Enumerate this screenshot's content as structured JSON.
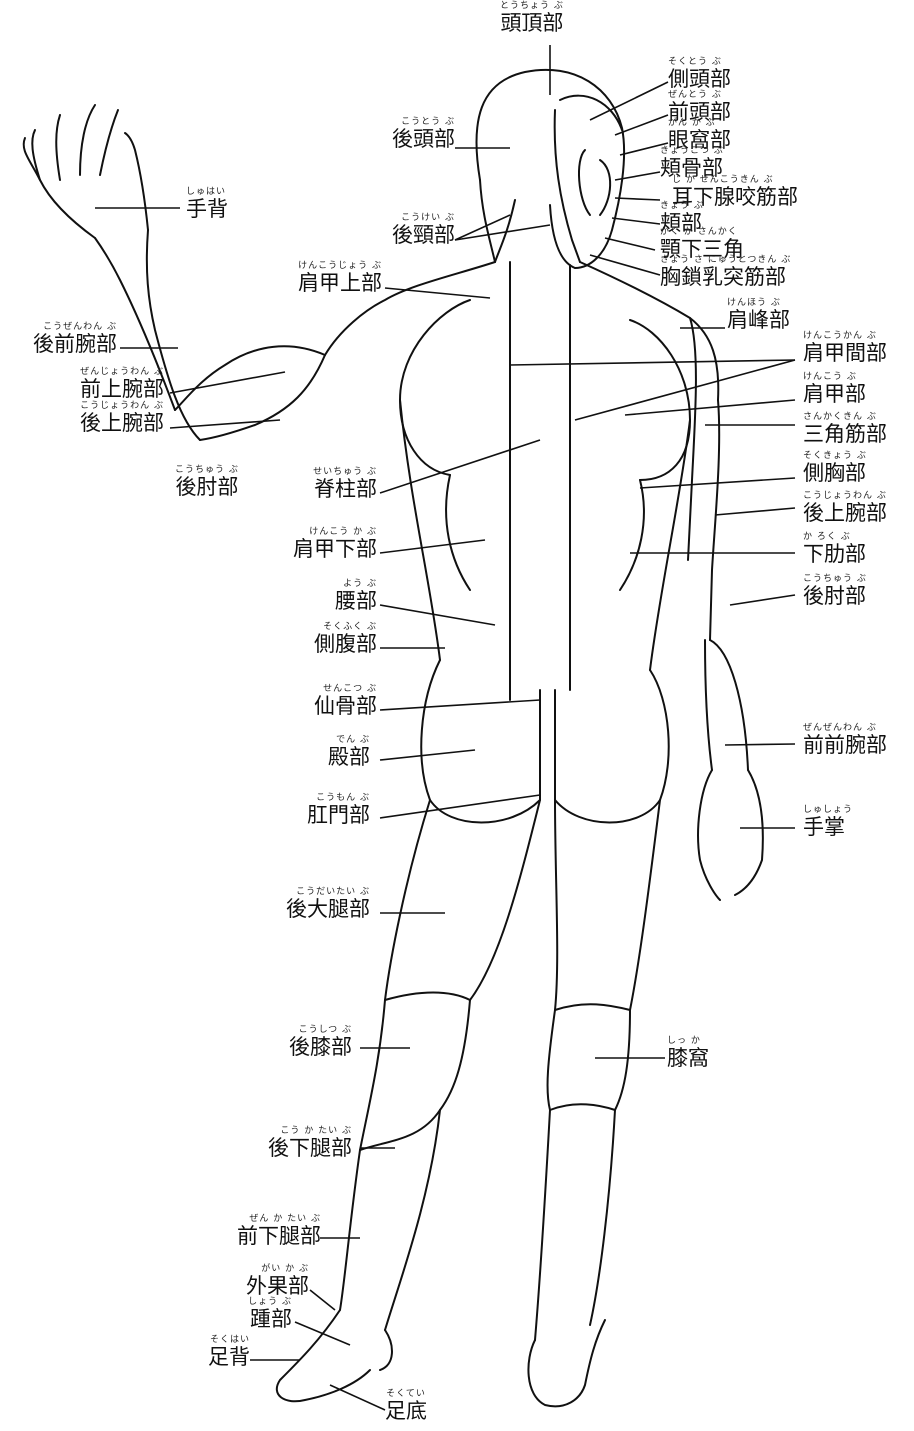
{
  "labels": [
    {
      "id": "toucho",
      "reading": "とうちょう ぶ",
      "term": "頭頂部"
    },
    {
      "id": "sokuto",
      "reading": "そくとう ぶ",
      "term": "側頭部"
    },
    {
      "id": "zento",
      "reading": "ぜんとう ぶ",
      "term": "前頭部"
    },
    {
      "id": "ganka",
      "reading": "がん か ぶ",
      "term": "眼窩部"
    },
    {
      "id": "kyokotsu",
      "reading": "きょうこつ ぶ",
      "term": "頬骨部"
    },
    {
      "id": "jika",
      "reading": "じ か せんこうきん ぶ",
      "term": "耳下腺咬筋部"
    },
    {
      "id": "kyobu",
      "reading": "きょう ぶ",
      "term": "頬部"
    },
    {
      "id": "gakuka",
      "reading": "がく か さんかく",
      "term": "顎下三角"
    },
    {
      "id": "kyosa",
      "reading": "きょう さ にゅうとつきん ぶ",
      "term": "胸鎖乳突筋部"
    },
    {
      "id": "koto",
      "reading": "こうとう ぶ",
      "term": "後頭部"
    },
    {
      "id": "shuhai",
      "reading": "しゅはい",
      "term": "手背"
    },
    {
      "id": "kokei",
      "reading": "こうけい ぶ",
      "term": "後頸部"
    },
    {
      "id": "kenkojo",
      "reading": "けんこうじょう ぶ",
      "term": "肩甲上部"
    },
    {
      "id": "kenpo",
      "reading": "けんほう ぶ",
      "term": "肩峰部"
    },
    {
      "id": "kozenwan",
      "reading": "こうぜんわん ぶ",
      "term": "後前腕部"
    },
    {
      "id": "kenkokan",
      "reading": "けんこうかん ぶ",
      "term": "肩甲間部"
    },
    {
      "id": "zenjowan",
      "reading": "ぜんじょうわん ぶ",
      "term": "前上腕部"
    },
    {
      "id": "kenko",
      "reading": "けんこう ぶ",
      "term": "肩甲部"
    },
    {
      "id": "kojowan_l",
      "reading": "こうじょうわん ぶ",
      "term": "後上腕部"
    },
    {
      "id": "sankakukin",
      "reading": "さんかくきん ぶ",
      "term": "三角筋部"
    },
    {
      "id": "sokukyo",
      "reading": "そくきょう ぶ",
      "term": "側胸部"
    },
    {
      "id": "kochu_l",
      "reading": "こうちゅう ぶ",
      "term": "後肘部"
    },
    {
      "id": "sekichu",
      "reading": "せいちゅう ぶ",
      "term": "脊柱部"
    },
    {
      "id": "kojowan_r",
      "reading": "こうじょうわん ぶ",
      "term": "後上腕部"
    },
    {
      "id": "kenkoka",
      "reading": "けんこう か ぶ",
      "term": "肩甲下部"
    },
    {
      "id": "karoku",
      "reading": "か ろく ぶ",
      "term": "下肋部"
    },
    {
      "id": "yobu",
      "reading": "よう ぶ",
      "term": "腰部"
    },
    {
      "id": "kochu_r",
      "reading": "こうちゅう ぶ",
      "term": "後肘部"
    },
    {
      "id": "sokufuku",
      "reading": "そくふく ぶ",
      "term": "側腹部"
    },
    {
      "id": "senkotsu",
      "reading": "せんこつ ぶ",
      "term": "仙骨部"
    },
    {
      "id": "zenzenwan",
      "reading": "ぜんぜんわん ぶ",
      "term": "前前腕部"
    },
    {
      "id": "denbu",
      "reading": "でん ぶ",
      "term": "殿部"
    },
    {
      "id": "shusho",
      "reading": "しゅしょう",
      "term": "手掌"
    },
    {
      "id": "komon",
      "reading": "こうもん ぶ",
      "term": "肛門部"
    },
    {
      "id": "kodaitai",
      "reading": "こうだいたい ぶ",
      "term": "後大腿部"
    },
    {
      "id": "koshitsu",
      "reading": "こうしつ ぶ",
      "term": "後膝部"
    },
    {
      "id": "shikka",
      "reading": "しっ か",
      "term": "膝窩"
    },
    {
      "id": "kokatai",
      "reading": "こう か たい ぶ",
      "term": "後下腿部"
    },
    {
      "id": "zenkatai",
      "reading": "ぜん か たい ぶ",
      "term": "前下腿部"
    },
    {
      "id": "gaika",
      "reading": "がい か ぶ",
      "term": "外果部"
    },
    {
      "id": "shobu",
      "reading": "しょう ぶ",
      "term": "踵部"
    },
    {
      "id": "sokuhai",
      "reading": "そくはい",
      "term": "足背"
    },
    {
      "id": "sokutei",
      "reading": "そくてい",
      "term": "足底"
    }
  ]
}
